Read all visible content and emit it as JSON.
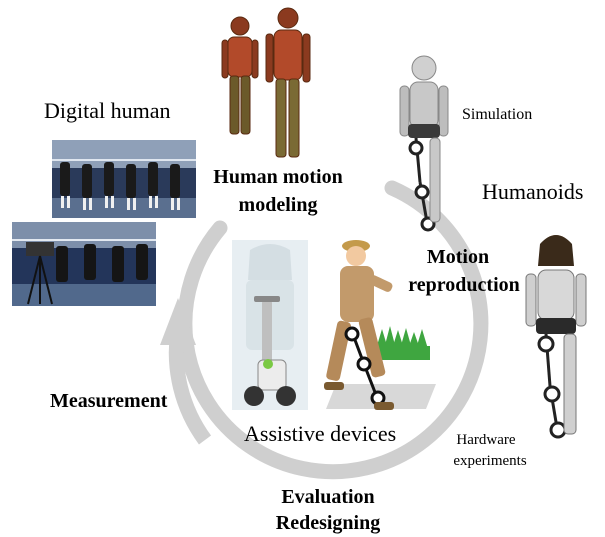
{
  "labels": {
    "digital_human": "Digital human",
    "human_motion_modeling_line1": "Human motion",
    "human_motion_modeling_line2": "modeling",
    "simulation": "Simulation",
    "humanoids": "Humanoids",
    "motion_reproduction_line1": "Motion",
    "motion_reproduction_line2": "reproduction",
    "measurement": "Measurement",
    "assistive_devices": "Assistive devices",
    "hardware_experiments_line1": "Hardware",
    "hardware_experiments_line2": "experiments",
    "evaluation": "Evaluation",
    "redesigning": "Redesigning"
  },
  "colors": {
    "cycle_arrow": "#cfcfcf",
    "skin_figure": "#a0522d",
    "robot_silver": "#c8c8c8",
    "worker_suit": "#c29a6b",
    "grass": "#3fa640",
    "device_body": "#ececec"
  }
}
